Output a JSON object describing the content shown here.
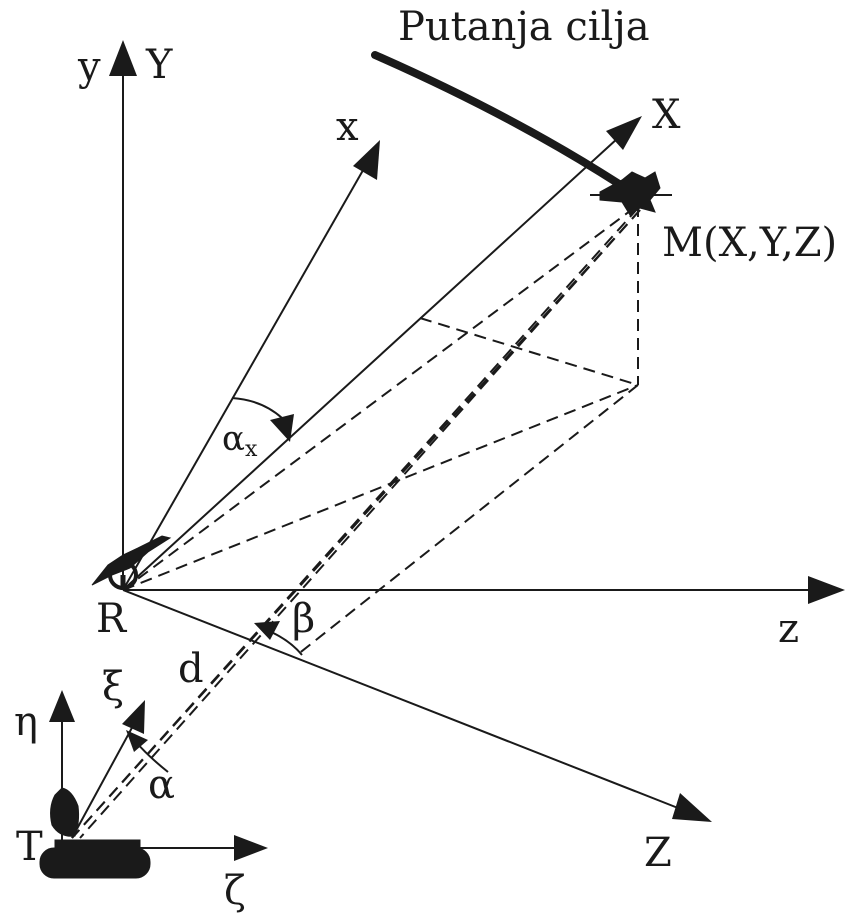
{
  "labels": {
    "trajectory": "Putanja cilja",
    "y_lower": "y",
    "Y_upper": "Y",
    "x_lower": "x",
    "X_upper": "X",
    "target": "M(X,Y,Z)",
    "alpha_x": "α",
    "alpha_x_sub": "x",
    "radar": "R",
    "z_lower": "z",
    "Z_upper": "Z",
    "beta": "β",
    "d": "d",
    "xi": "ξ",
    "eta": "η",
    "alpha": "α",
    "launcher": "T",
    "zeta": "ζ"
  },
  "icons": {
    "target": "aircraft-icon",
    "radar": "radar-antenna-icon",
    "launcher": "tank-launcher-icon"
  }
}
